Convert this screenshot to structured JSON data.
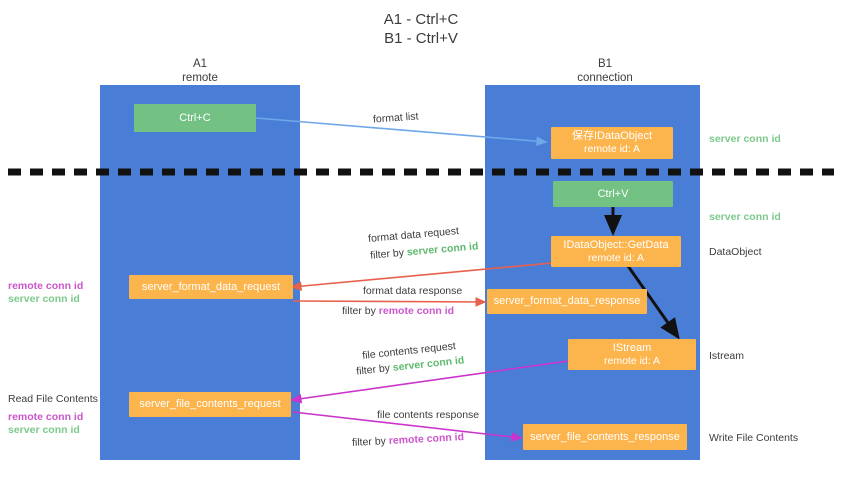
{
  "title": {
    "line1": "A1 - Ctrl+C",
    "line2": "B1 - Ctrl+V"
  },
  "colors": {
    "lane": "#4a7ed6",
    "green_node": "#73c183",
    "orange_node": "#fcb44d",
    "server_conn_id": "#5fba6e",
    "remote_conn_id": "#cc55cc",
    "text": "#3c3c3c",
    "divider": "#000000",
    "arrow_blue": "#6fa8e8",
    "arrow_red": "#e8604c",
    "arrow_magenta": "#cc33cc",
    "arrow_black": "#000000"
  },
  "columns": [
    {
      "name": "A1",
      "sub": "remote"
    },
    {
      "name": "B1",
      "sub": "connection"
    }
  ],
  "nodes": {
    "ctrl_c": {
      "label": "Ctrl+C"
    },
    "idataobject_top": {
      "line1": "保存IDataObject",
      "line2": "remote id: A"
    },
    "ctrl_v": {
      "label": "Ctrl+V"
    },
    "getdata": {
      "line1": "IDataObject::GetData",
      "line2": "remote id: A"
    },
    "istream": {
      "line1": "IStream",
      "line2": "remote id: A"
    },
    "server_format_data_request": {
      "label": "server_format_data_request"
    },
    "server_format_data_response": {
      "label": "server_format_data_response"
    },
    "server_file_contents_request": {
      "label": "server_file_contents_request"
    },
    "server_file_contents_response": {
      "label": "server_file_contents_response"
    }
  },
  "edge_labels": {
    "format_list": "format list",
    "format_data_request": "format data request",
    "format_data_request_filter_prefix": "filter by ",
    "format_data_request_filter_value": "server conn id",
    "format_data_response": "format data response",
    "format_data_response_filter_prefix": "filter by ",
    "format_data_response_filter_value": "remote conn id",
    "file_contents_request": "file contents request",
    "file_contents_request_filter_prefix": "filter by ",
    "file_contents_request_filter_value": "server conn id",
    "file_contents_response": "file contents response",
    "file_contents_response_filter_prefix": "filter by ",
    "file_contents_response_filter_value": "remote conn id"
  },
  "annotations": {
    "right_server_conn_id_top": "server conn id",
    "right_server_conn_id_mid": "server conn id",
    "right_dataobject": "DataObject",
    "right_istream": "Istream",
    "right_write_file_contents": "Write File Contents",
    "left_remote_conn_id_mid": "remote conn id",
    "left_server_conn_id_mid": "server conn id",
    "left_read_file_contents": "Read File Contents",
    "left_remote_conn_id_bottom": "remote conn id",
    "left_server_conn_id_bottom": "server conn id"
  }
}
